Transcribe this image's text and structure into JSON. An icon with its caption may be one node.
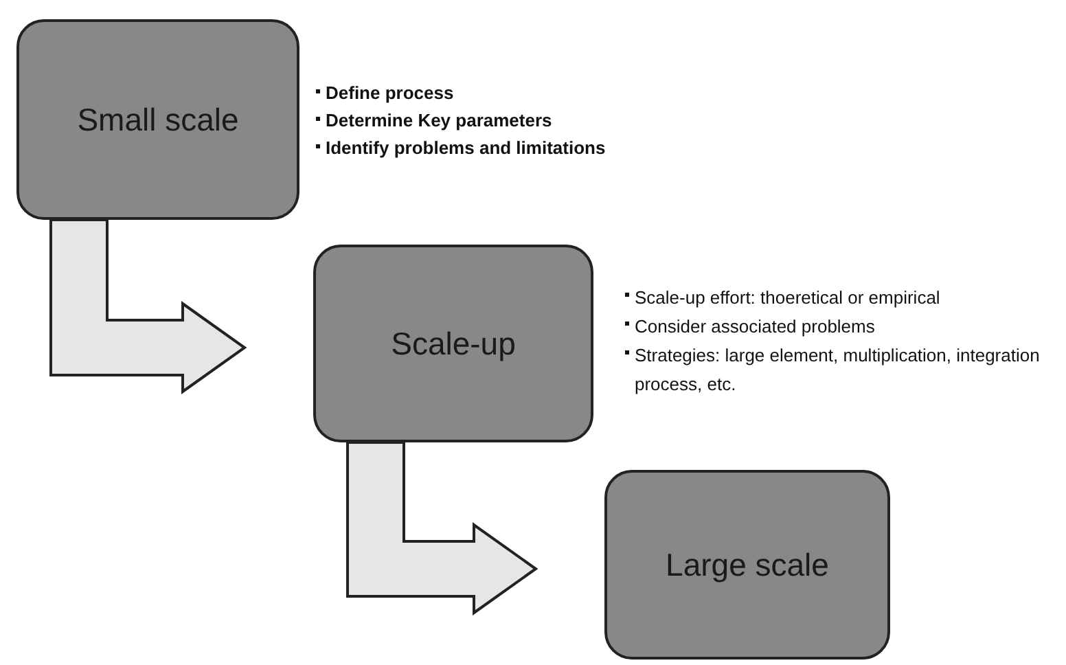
{
  "diagram": {
    "nodes": [
      {
        "text": [
          "Small scale"
        ],
        "beside": [
          "Define process",
          "Determine Key parameters",
          "Identify problems and limitations"
        ]
      },
      {
        "text": [
          "Scale-up"
        ],
        "beside": [
          "Scale-up effort: thoeretical or empirical",
          "Consider associated problems",
          "Strategies: large element, multiplication, integration process, etc."
        ]
      },
      {
        "text": [
          "Large scale"
        ]
      }
    ],
    "edges": [
      {
        "from": 0,
        "to": 1,
        "arrow": "to"
      },
      {
        "from": 1,
        "to": 2,
        "arrow": "to"
      }
    ]
  }
}
